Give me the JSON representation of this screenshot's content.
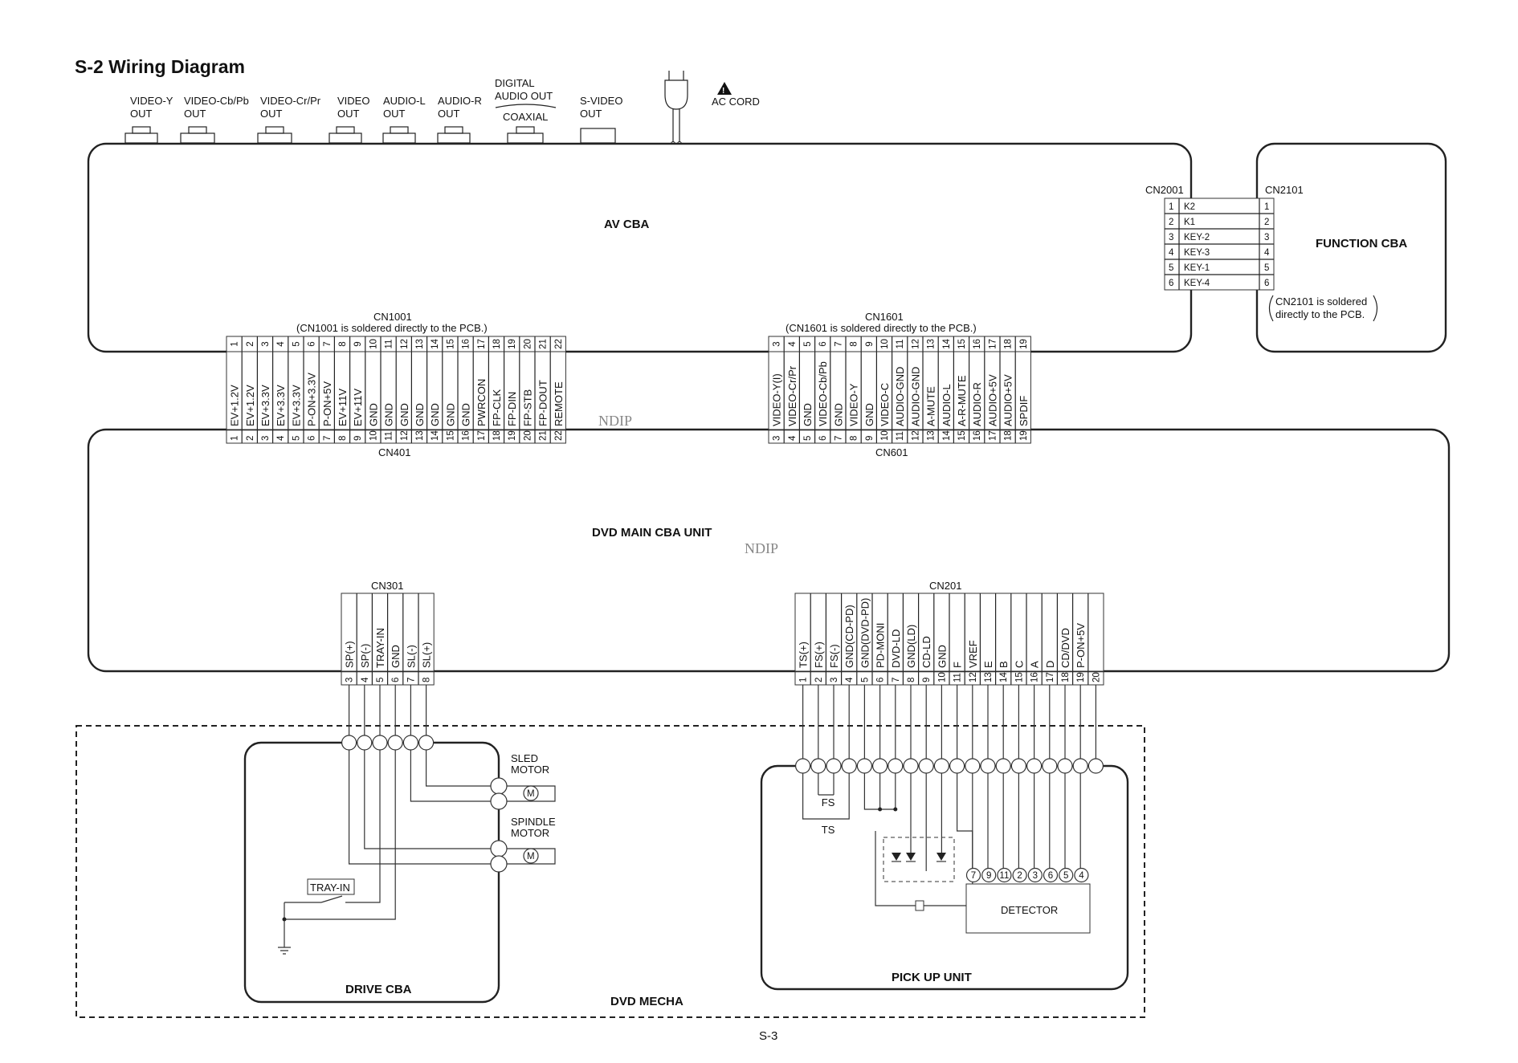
{
  "title": "S-2 Wiring Diagram",
  "page_number": "S-3",
  "watermark": "NDIP",
  "top_connectors": [
    {
      "line1": "VIDEO-Y",
      "line2": "OUT"
    },
    {
      "line1": "VIDEO-Cb/Pb",
      "line2": "OUT"
    },
    {
      "line1": "VIDEO-Cr/Pr",
      "line2": "OUT"
    },
    {
      "line1": "VIDEO",
      "line2": "OUT"
    },
    {
      "line1": "AUDIO-L",
      "line2": "OUT"
    },
    {
      "line1": "AUDIO-R",
      "line2": "OUT"
    }
  ],
  "digital_audio": {
    "line1": "DIGITAL",
    "line2": "AUDIO OUT",
    "coax": "COAXIAL"
  },
  "svideo": {
    "line1": "S-VIDEO",
    "line2": "OUT"
  },
  "ac_cord": "AC CORD",
  "boards": {
    "av": "AV CBA",
    "function": "FUNCTION CBA",
    "main": "DVD MAIN CBA UNIT",
    "drive": "DRIVE CBA",
    "pickup": "PICK UP UNIT",
    "mecha": "DVD MECHA"
  },
  "cn2001": {
    "name": "CN2001",
    "mate": "CN2101",
    "pins": [
      "1",
      "2",
      "3",
      "4",
      "5",
      "6"
    ],
    "signals": [
      "K2",
      "K1",
      "KEY-2",
      "KEY-3",
      "KEY-1",
      "KEY-4"
    ],
    "note_line1": "CN2101 is soldered",
    "note_line2": "directly to the PCB."
  },
  "cn1001": {
    "name": "CN1001",
    "note": "(CN1001 is soldered directly to the PCB.)",
    "pins": [
      "1",
      "2",
      "3",
      "4",
      "5",
      "6",
      "7",
      "8",
      "9",
      "10",
      "11",
      "12",
      "13",
      "14",
      "15",
      "16",
      "17",
      "18",
      "19",
      "20",
      "21",
      "22"
    ]
  },
  "cn401": {
    "name": "CN401",
    "signals": [
      "EV+1.2V",
      "EV+1.2V",
      "EV+3.3V",
      "EV+3.3V",
      "EV+3.3V",
      "P-ON+3.3V",
      "P-ON+5V",
      "EV+11V",
      "EV+11V",
      "GND",
      "GND",
      "GND",
      "GND",
      "GND",
      "GND",
      "GND",
      "PWRCON",
      "FP-CLK",
      "FP-DIN",
      "FP-STB",
      "FP-DOUT",
      "REMOTE"
    ]
  },
  "cn1601": {
    "name": "CN1601",
    "note": "(CN1601 is soldered directly to the PCB.)",
    "pins": [
      "3",
      "4",
      "5",
      "6",
      "7",
      "8",
      "9",
      "10",
      "11",
      "12",
      "13",
      "14",
      "15",
      "16",
      "17",
      "18",
      "19"
    ]
  },
  "cn601": {
    "name": "CN601",
    "signals": [
      "VIDEO-Y(I)",
      "VIDEO-Cr/Pr",
      "GND",
      "VIDEO-Cb/Pb",
      "GND",
      "VIDEO-Y",
      "GND",
      "VIDEO-C",
      "AUDIO-GND",
      "AUDIO-GND",
      "A-MUTE",
      "AUDIO-L",
      "A-R-MUTE",
      "AUDIO-R",
      "AUDIO+5V",
      "AUDIO+5V",
      "SPDIF"
    ]
  },
  "cn301": {
    "name": "CN301",
    "pins": [
      "3",
      "4",
      "5",
      "6",
      "7",
      "8"
    ],
    "signals": [
      "SP(+)",
      "SP(-)",
      "TRAY-IN",
      "GND",
      "SL(-)",
      "SL(+)"
    ]
  },
  "cn201": {
    "name": "CN201",
    "pins": [
      "1",
      "2",
      "3",
      "4",
      "5",
      "6",
      "7",
      "8",
      "9",
      "10",
      "11",
      "12",
      "13",
      "14",
      "15",
      "16",
      "17",
      "18",
      "19",
      "20"
    ],
    "signals": [
      "TS(+)",
      "FS(+)",
      "FS(-)",
      "GND(CD-PD)",
      "GND(DVD-PD)",
      "PD-MONI",
      "DVD-LD",
      "GND(LD)",
      "CD-LD",
      "GND",
      "F",
      "VREF",
      "E",
      "B",
      "C",
      "A",
      "D",
      "CD/DVD",
      "P-ON+5V"
    ]
  },
  "drive_parts": {
    "sled1": "SLED",
    "sled2": "MOTOR",
    "spindle1": "SPINDLE",
    "spindle2": "MOTOR",
    "motor": "M",
    "tray": "TRAY-IN"
  },
  "pickup_parts": {
    "fs": "FS",
    "ts": "TS",
    "detector": "DETECTOR",
    "det_pins": [
      "7",
      "9",
      "11",
      "2",
      "3",
      "6",
      "5",
      "4"
    ]
  }
}
